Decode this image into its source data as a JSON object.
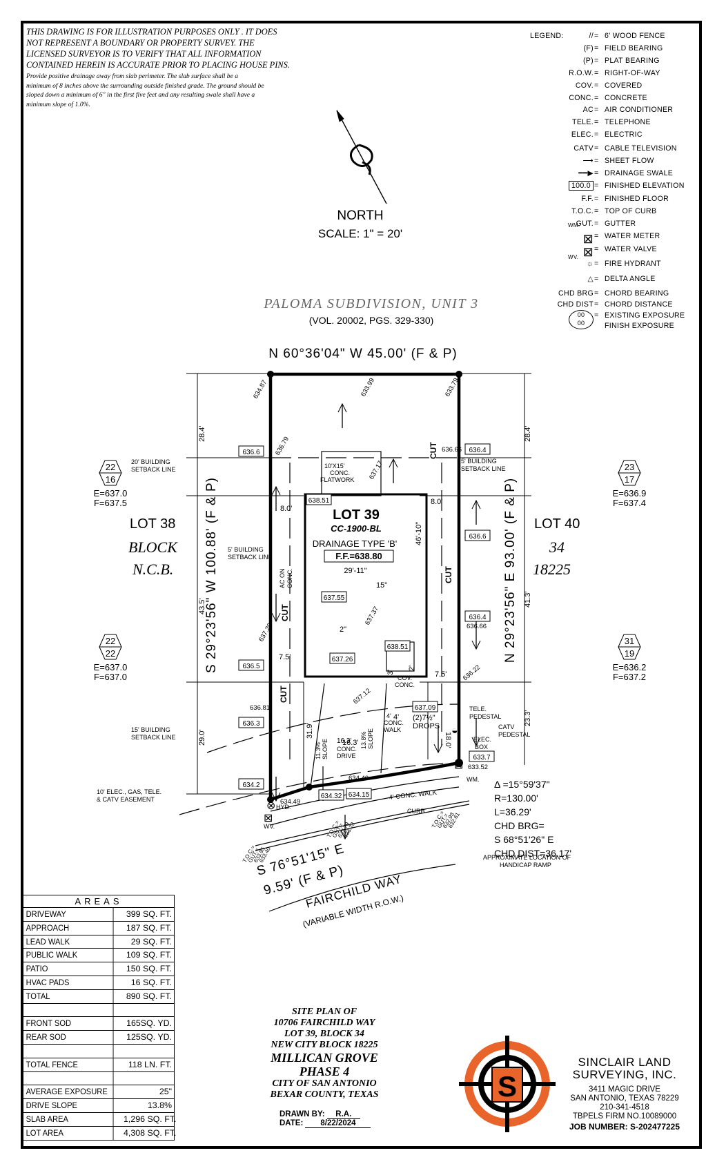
{
  "disclaimer": {
    "caps_lines": [
      "THIS DRAWING IS FOR ILLUSTRATION PURPOSES ONLY . IT DOES",
      "NOT REPRESENT A BOUNDARY OR PROPERTY SURVEY. THE",
      "LICENSED SURVEYOR IS TO VERIFY THAT ALL INFORMATION",
      "CONTAINED HEREIN IS ACCURATE PRIOR TO PLACING HOUSE PINS."
    ],
    "drainage_lines": [
      "Provide positive drainage away from slab perimeter. The slab surface shall be a",
      "minimum of 8 inches above the surrounding outside finished grade. The ground should be",
      "sloped down a minimum of 6\" in the first five feet and any resulting swale shall have a",
      "minimum slope of 1.0%."
    ]
  },
  "north": {
    "label": "NORTH",
    "scale": "SCALE:  1\" = 20'"
  },
  "legend": {
    "title": "LEGEND:",
    "items": [
      {
        "sym": "//",
        "desc": "6' WOOD FENCE"
      },
      {
        "sym": "(F)",
        "desc": "FIELD BEARING"
      },
      {
        "sym": "(P)",
        "desc": "PLAT BEARING"
      },
      {
        "sym": "R.O.W.",
        "desc": "RIGHT-OF-WAY"
      },
      {
        "sym": "COV.",
        "desc": "COVERED"
      },
      {
        "sym": "CONC.",
        "desc": "CONCRETE"
      },
      {
        "sym": "AC",
        "desc": "AIR CONDITIONER"
      },
      {
        "sym": "TELE.",
        "desc": "TELEPHONE"
      },
      {
        "sym": "ELEC.",
        "desc": "ELECTRIC"
      },
      {
        "sym": "CATV",
        "desc": "CABLE TELEVISION"
      },
      {
        "sym": "sheet-flow-arrow",
        "desc": "SHEET FLOW"
      },
      {
        "sym": "drainage-swale-arrow",
        "desc": "DRAINAGE SWALE"
      },
      {
        "sym": "100.0",
        "desc": "FINISHED ELEVATION"
      },
      {
        "sym": "F.F.",
        "desc": "FINISHED FLOOR"
      },
      {
        "sym": "T.O.C.",
        "desc": "TOP OF CURB"
      },
      {
        "sym": "GUT.",
        "desc": "GUTTER"
      },
      {
        "sym": "WM.",
        "desc": "WATER METER"
      },
      {
        "sym": "WV.",
        "desc": "WATER VALVE"
      },
      {
        "sym": "fire-hydrant-icon",
        "desc": "FIRE HYDRANT"
      },
      {
        "sym": "delta-icon",
        "desc": "DELTA ANGLE"
      },
      {
        "sym": "CHD BRG",
        "desc": "CHORD BEARING"
      },
      {
        "sym": "CHD DIST",
        "desc": "CHORD DISTANCE"
      },
      {
        "sym": "00/00",
        "desc": "EXISTING EXPOSURE"
      },
      {
        "sym": "",
        "desc": "FINISH EXPOSURE"
      }
    ]
  },
  "plan": {
    "subdivision": "PALOMA SUBDIVISION, UNIT 3",
    "volume": "(VOL. 20002, PGS. 329-330)",
    "top_bearing": "N 60°36'04\" W 45.00' (F & P)",
    "left_bearing": "S 29°23'56\" W 100.88' (F & P)",
    "right_bearing": "N 29°23'56\" E 93.00' (F & P)",
    "bottom_bearing_1": "S 76°51'15\" E",
    "bottom_bearing_2": "9.59' (F & P)",
    "street": "FAIRCHILD WAY",
    "street_row": "(VARIABLE WIDTH R.O.W.)",
    "lot_left": {
      "lot": "LOT 38",
      "block_label": "BLOCK",
      "ncb": "N.C.B."
    },
    "lot_right": {
      "lot": "LOT 40",
      "block": "34",
      "ncb": "18225"
    },
    "lot": "LOT 39",
    "plan_code": "CC-1900-BL",
    "drainage_type": "DRAINAGE TYPE 'B'",
    "finished_floor": "F.F.=638.80",
    "house_width": "29'-11\"",
    "house_depth": "46'-10\"",
    "flatwork": [
      "10'X15'",
      "CONC.",
      "FLATWORK"
    ],
    "dims": {
      "d1": "28.4'",
      "d2": "28.4'",
      "d3": "43.5'",
      "d4": "41.3'",
      "d5": "29.0'",
      "d6": "23.3'",
      "d7": "31.9'",
      "d8": "18.0'",
      "d9": "8.0'",
      "d10": "8.0'",
      "d11": "7.5'",
      "d12": "7.5'",
      "d13": "16.3'",
      "d14": "4'",
      "d15": "15\"",
      "d16": "2\"",
      "d17": "3'",
      "d18": "2'"
    },
    "exposures": [
      {
        "top": "22",
        "bottom": "16",
        "e": "E=637.0",
        "f": "F=637.5"
      },
      {
        "top": "23",
        "bottom": "17",
        "e": "E=636.9",
        "f": "F=637.4"
      },
      {
        "top": "22",
        "bottom": "22",
        "e": "E=637.0",
        "f": "F=637.0"
      },
      {
        "top": "31",
        "bottom": "19",
        "e": "E=636.2",
        "f": "F=637.2"
      }
    ],
    "elevations_boxed": [
      "636.6",
      "636.4",
      "638.51",
      "636.6",
      "637.55",
      "636.4",
      "637.26",
      "638.51",
      "636.5",
      "636.3",
      "637.09",
      "633.7",
      "634.2",
      "634.32",
      "634.15"
    ],
    "elevations_plain": [
      "634.87",
      "633.99",
      "633.79",
      "636.79",
      "636.66",
      "637.17",
      "637.20",
      "636.66",
      "637.37",
      "636.22",
      "636.81",
      "637.12",
      "634.49",
      "634.40",
      "633.52"
    ],
    "toc_gut_left": [
      "T.O.C.=",
      "GUT.=",
      "633.95",
      "633.40"
    ],
    "toc_gut_mid": [
      "T.O.C.=",
      "GUT.=",
      "633.79",
      "633.28"
    ],
    "toc_gut_right": [
      "T.O.C.=",
      "GUT.=",
      "632.93",
      "632.61"
    ],
    "setbacks": {
      "s20": [
        "20' BUILDING",
        "SETBACK LINE"
      ],
      "s5l": [
        "5' BUILDING",
        "SETBACK LINE"
      ],
      "s5r": [
        "5' BUILDING",
        "SETBACK LINE"
      ],
      "s15": [
        "15' BUILDING",
        "SETBACK LINE"
      ],
      "ease": [
        "10' ELEC., GAS, TELE.",
        "& CATV EASEMENT"
      ]
    },
    "misc": {
      "ac": [
        "AC ON",
        "CONC."
      ],
      "cov": [
        "COV.",
        "CONC."
      ],
      "cut": "CUT",
      "drops": [
        "(2)7½\"",
        "DROPS"
      ],
      "tele": [
        "TELE.",
        "PEDESTAL"
      ],
      "catv": [
        "CATV",
        "PEDESTAL"
      ],
      "elec": [
        "ELEC.",
        "BOX"
      ],
      "wm": "WM.",
      "hyd": "HYD.",
      "wv": "WV.",
      "walk": [
        "4'",
        "CONC.",
        "WALK"
      ],
      "drive": [
        "16.3'",
        "CONC.",
        "DRIVE"
      ],
      "slope1": [
        "11.3%",
        "SLOPE"
      ],
      "slope2": [
        "13.8%",
        "SLOPE"
      ],
      "conc_walk": "4' CONC. WALK",
      "curb": "CURB",
      "ramp": [
        "APPROXIMATE LOCATION OF",
        "HANDICAP RAMP"
      ]
    },
    "curve": [
      "Δ =15°59'37\"",
      "R=130.00'",
      "L=36.29'",
      "CHD BRG=",
      "S 68°51'26\" E",
      "CHD DIST=36.17'"
    ]
  },
  "areas": {
    "title": "AREAS",
    "rows": [
      [
        "DRIVEWAY",
        "399 SQ. FT."
      ],
      [
        "APPROACH",
        "187 SQ. FT."
      ],
      [
        "LEAD WALK",
        "29 SQ. FT."
      ],
      [
        "PUBLIC WALK",
        "109 SQ. FT."
      ],
      [
        "PATIO",
        "150 SQ. FT."
      ],
      [
        "HVAC PADS",
        "16 SQ. FT."
      ],
      [
        "TOTAL",
        "890 SQ. FT."
      ],
      [
        "",
        ""
      ],
      [
        "FRONT SOD",
        "165SQ. YD."
      ],
      [
        "REAR SOD",
        "125SQ. YD."
      ],
      [
        "",
        ""
      ],
      [
        "TOTAL FENCE",
        "118 LN. FT."
      ],
      [
        "",
        ""
      ],
      [
        "AVERAGE EXPOSURE",
        "25\""
      ],
      [
        "DRIVE SLOPE",
        "13.8%"
      ],
      [
        "SLAB AREA",
        "1,296 SQ. FT."
      ],
      [
        "LOT AREA",
        "4,308 SQ. FT."
      ]
    ]
  },
  "title_block": {
    "lines": [
      "SITE PLAN OF",
      "10706 FAIRCHILD WAY",
      "LOT 39, BLOCK 34",
      "NEW CITY BLOCK 18225"
    ],
    "big": [
      "MILLICAN GROVE",
      "PHASE 4"
    ],
    "lines2": [
      "CITY OF SAN ANTONIO",
      "BEXAR COUNTY, TEXAS"
    ],
    "drawn_label": "DRAWN BY:",
    "drawn_value": "R.A.",
    "date_label": "DATE:",
    "date_value": "8/22/2024"
  },
  "company": {
    "name1": "SINCLAIR LAND",
    "name2": "SURVEYING, INC.",
    "addr1": "3411 MAGIC DRIVE",
    "addr2": "SAN ANTONIO, TEXAS 78229",
    "phone": "210-341-4518",
    "firm": "TBPELS FIRM NO.10089000",
    "job": "JOB NUMBER: S-202477225",
    "logo_letter": "S",
    "logo_color": "#e8642a"
  }
}
